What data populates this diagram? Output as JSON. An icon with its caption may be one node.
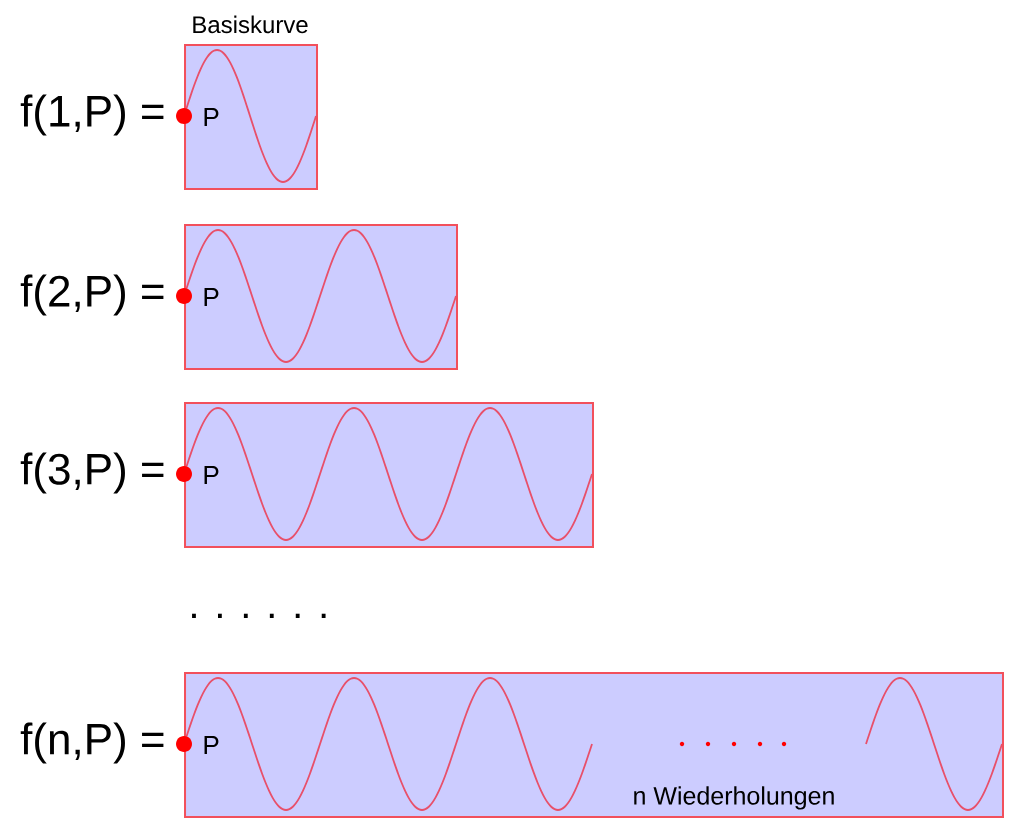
{
  "diagram": {
    "nodes": [
      {
        "text": [
          "Basiskurve",
          "P"
        ],
        "beside": [
          "f(1,P) ="
        ]
      },
      {
        "text": [
          "P"
        ],
        "beside": [
          "f(2,P) ="
        ]
      },
      {
        "text": [
          "P"
        ],
        "beside": [
          "f(3,P) ="
        ]
      },
      {
        "text": [
          "P",
          "n Wiederholungen"
        ],
        "beside": [
          "f(n,P) ="
        ]
      }
    ],
    "labels": [
      ". . . . . ."
    ]
  }
}
